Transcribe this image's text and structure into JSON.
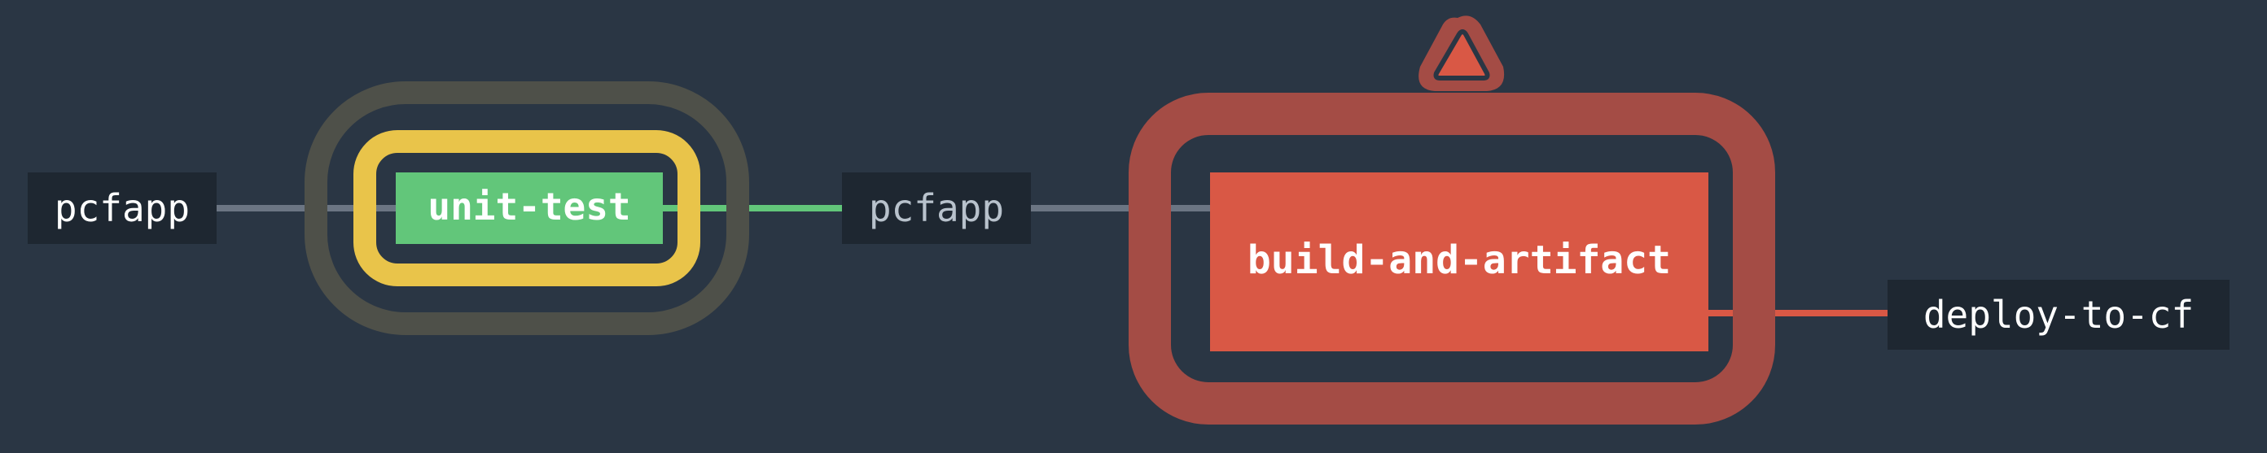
{
  "colors": {
    "background": "#2a3644",
    "resource_bg": "#1e2731",
    "resource_text": "#ffffff",
    "resource_text_muted": "#b8c2cc",
    "edge_grey": "#6b7583",
    "edge_green": "#62c67a",
    "succeeded": "#62c67a",
    "pending_ring": "#e9c44a",
    "pending_outer_ring": "#4e5049",
    "failed": "#d95845",
    "failed_ring": "#a44c45"
  },
  "pipeline": {
    "resources": [
      {
        "id": "res-input",
        "label": "pcfapp"
      },
      {
        "id": "res-mid",
        "label": "pcfapp"
      },
      {
        "id": "res-output",
        "label": "deploy-to-cf"
      }
    ],
    "jobs": [
      {
        "id": "job-unit-test",
        "label": "unit-test",
        "status": "succeeded",
        "running": true
      },
      {
        "id": "job-build",
        "label": "build-and-artifact",
        "status": "failed",
        "alert": true
      }
    ],
    "edges": [
      {
        "from": "res-input",
        "to": "job-unit-test",
        "style": "grey"
      },
      {
        "from": "job-unit-test",
        "to": "res-mid",
        "style": "green"
      },
      {
        "from": "res-mid",
        "to": "job-build",
        "style": "grey"
      },
      {
        "from": "job-build",
        "to": "res-output",
        "style": "red"
      }
    ],
    "alert_icon": "warning-triangle-icon"
  }
}
